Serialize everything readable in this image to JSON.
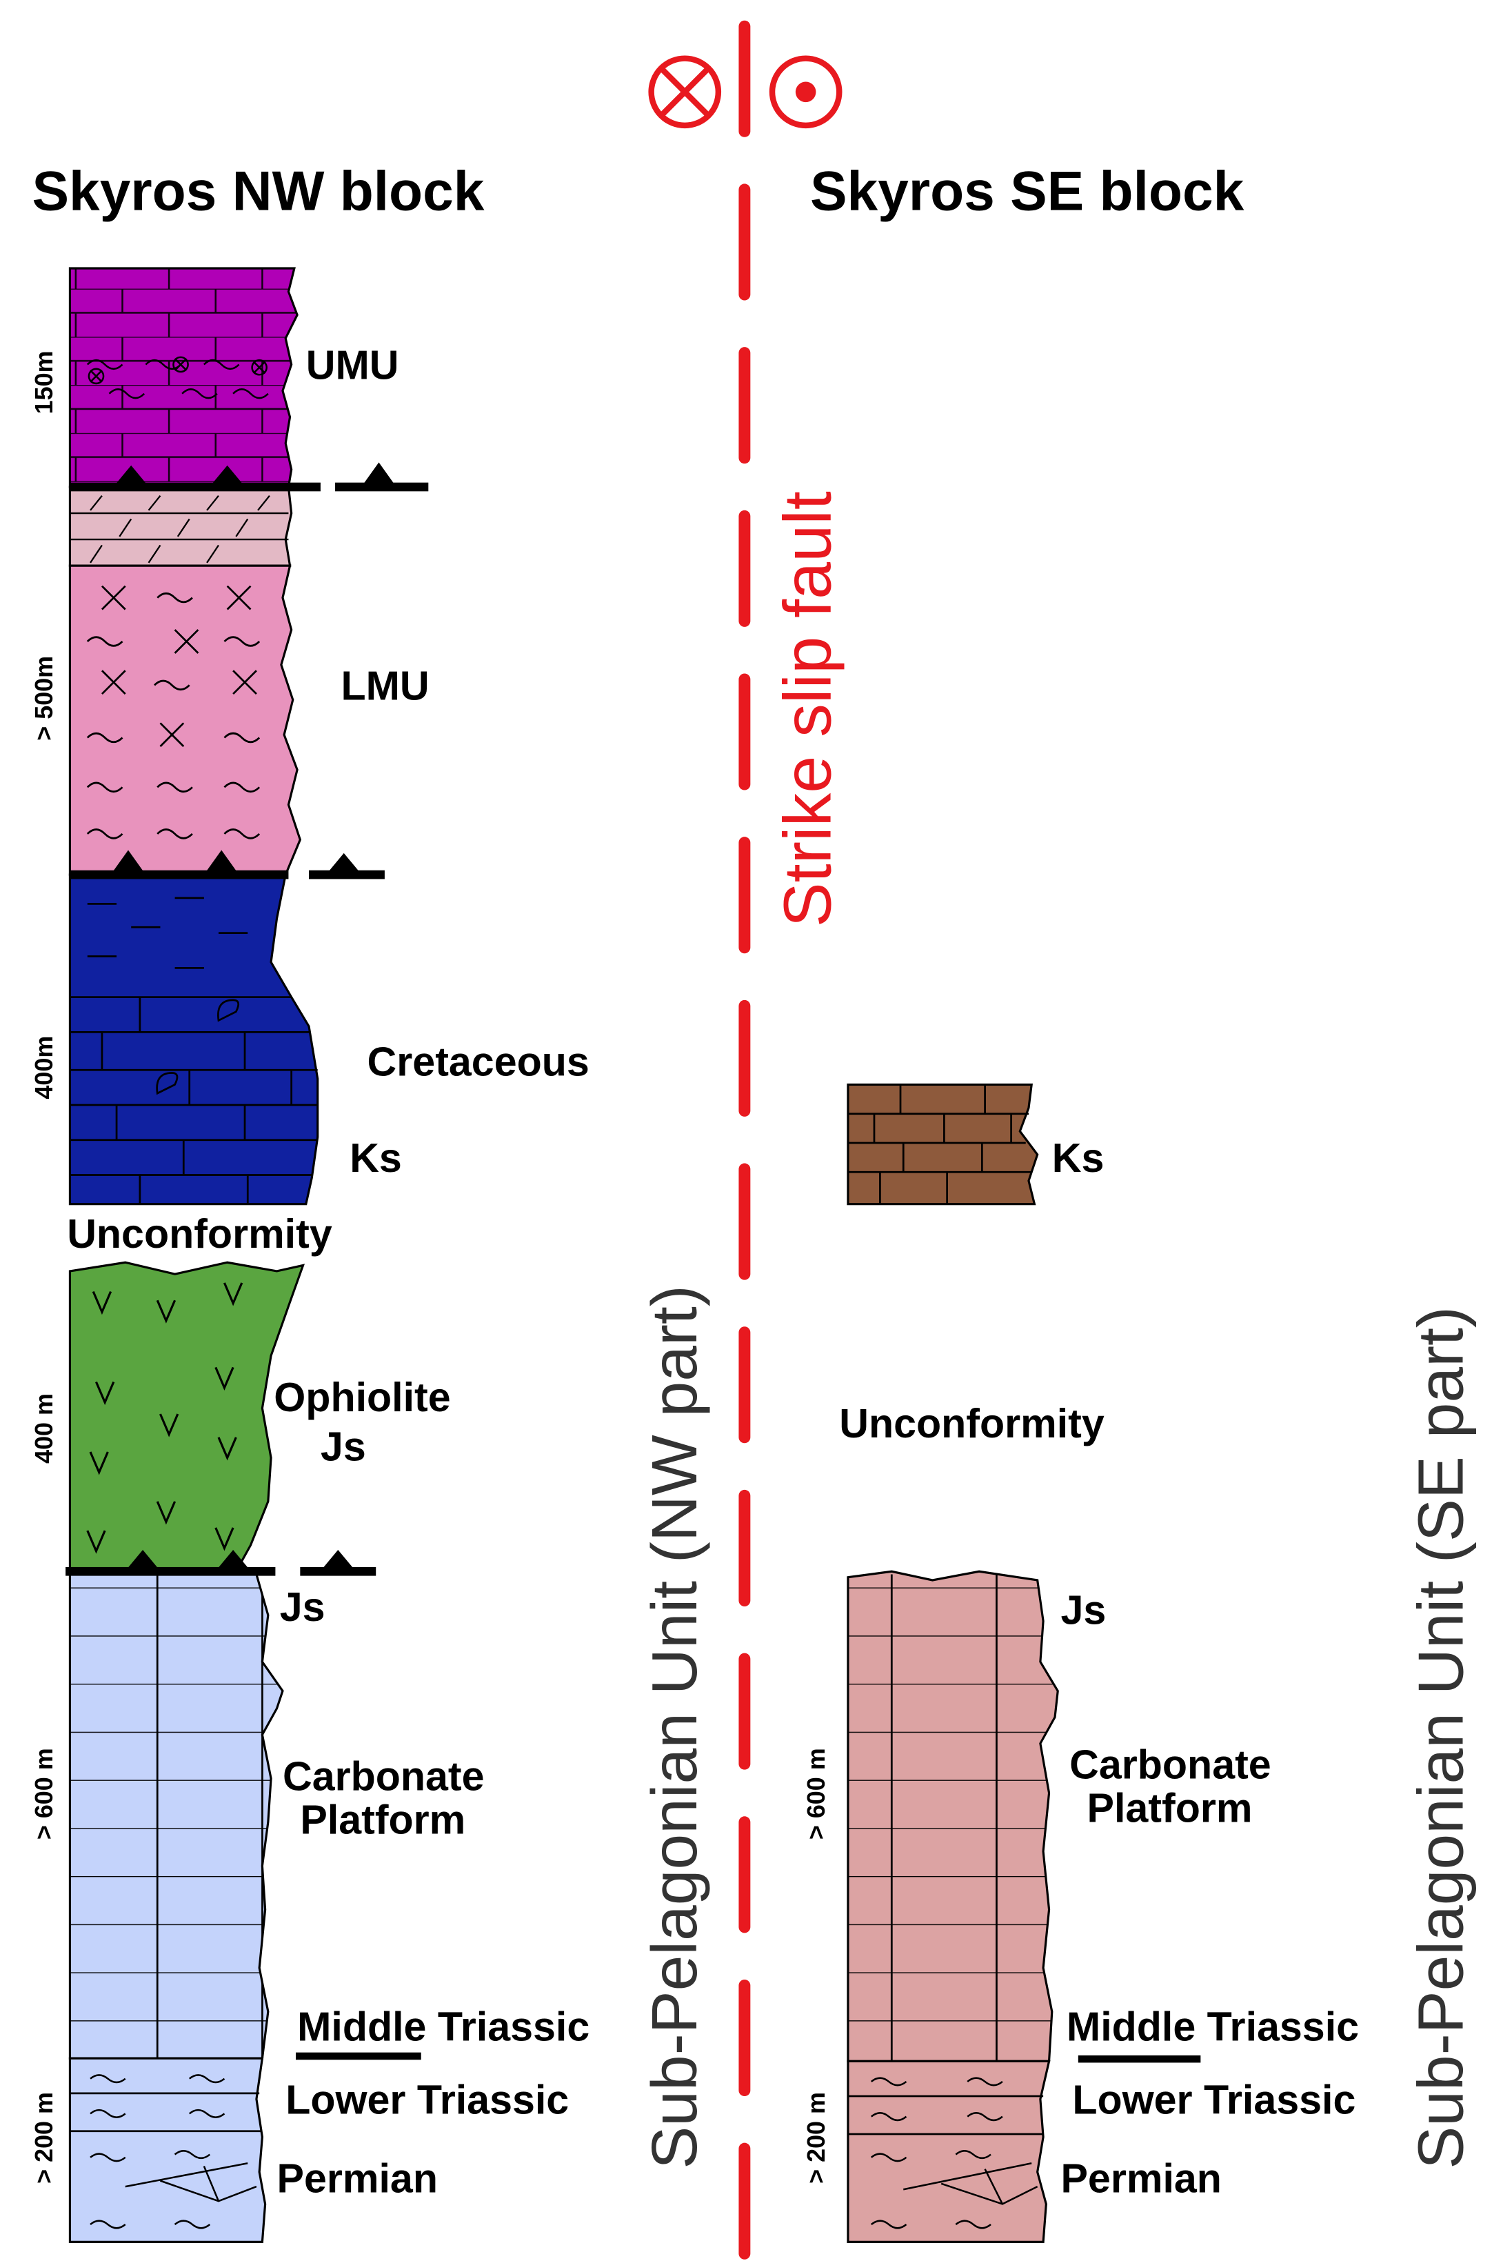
{
  "colors": {
    "umu": "#b000b6",
    "umu_base": "#e3b9c5",
    "lmu": "#e893bd",
    "cretaceous": "#1021a0",
    "ophiolite": "#5aa540",
    "carbonate_nw": "#c4d3fb",
    "ks_se": "#8e5a3c",
    "carbonate_se": "#dca3a3",
    "fault": "#e8191f"
  },
  "icons": {
    "into_page": "circle-cross-icon",
    "out_of_page": "circle-dot-icon"
  },
  "fault": {
    "label": "Strike slip fault"
  },
  "nw_block": {
    "title": "Skyros NW block",
    "unit_label": "Sub-Pelagonian Unit (NW part)",
    "labels": {
      "umu": "UMU",
      "lmu": "LMU",
      "cretaceous": "Cretaceous",
      "ks": "Ks",
      "unconformity": "Unconformity",
      "ophiolite": "Ophiolite",
      "ophiolite_js": "Js",
      "js": "Js",
      "carbonate_line1": "Carbonate",
      "carbonate_line2": "Platform",
      "middle_triassic": "Middle Triassic",
      "lower_triassic": "Lower Triassic",
      "permian": "Permian"
    },
    "thickness": {
      "umu": "150m",
      "lmu": "> 500m",
      "cretaceous": "400m",
      "ophiolite": "400 m",
      "carbonate": "> 600 m",
      "lower": "> 200 m"
    }
  },
  "se_block": {
    "title": "Skyros SE block",
    "unit_label": "Sub-Pelagonian Unit (SE part)",
    "labels": {
      "ks": "Ks",
      "unconformity": "Unconformity",
      "js": "Js",
      "carbonate_line1": "Carbonate",
      "carbonate_line2": "Platform",
      "middle_triassic": "Middle Triassic",
      "lower_triassic": "Lower Triassic",
      "permian": "Permian"
    },
    "thickness": {
      "carbonate": "> 600 m",
      "lower": "> 200 m"
    }
  }
}
